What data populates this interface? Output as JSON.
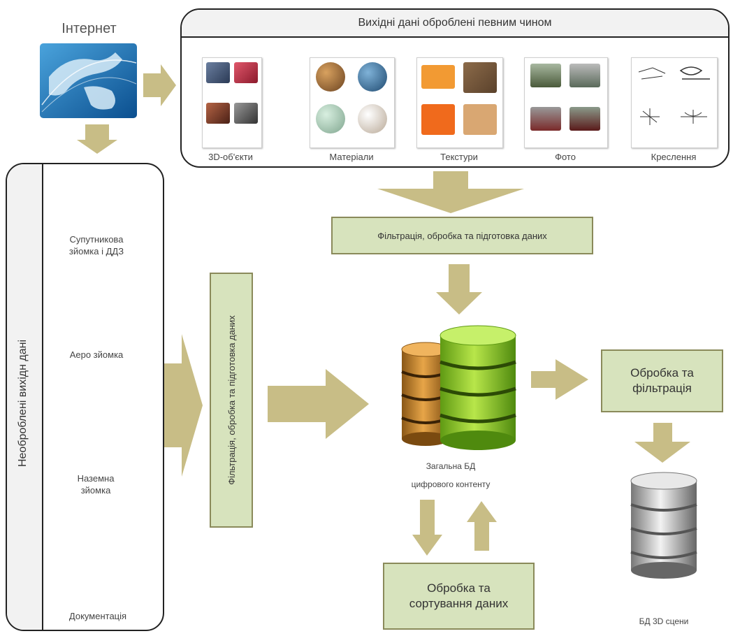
{
  "internet_label": "Інтернет",
  "top_panel": {
    "title": "Вихідні дані оброблені певним чином",
    "categories": [
      "3D-об'єкти",
      "Матеріали",
      "Текстури",
      "Фото",
      "Креслення"
    ]
  },
  "left_panel": {
    "title": "Необроблені вихідн дані",
    "items": {
      "satellite": "Супутникова зйомка і ДДЗ",
      "aerial": "Аеро зйомка",
      "ground": "Наземна зйомка",
      "docs": "Документація"
    }
  },
  "boxes": {
    "filter_top": "Фільтрація, обробка та підготовка даних",
    "filter_vertical": "Фільтрація, обробка та підготовка даних",
    "process_filter": "Обробка та фільтрація",
    "process_sort": "Обробка та сортування даних"
  },
  "db_main_label": "Загальна БД цифрового контенту",
  "db_scene_label": "БД 3D сцени",
  "colors": {
    "arrow": "#c8bd86",
    "box_fill": "#d7e3bd",
    "box_border": "#8a8a5a",
    "db_green": "#8cc63f",
    "db_orange": "#d18f2c",
    "db_silver": "#b8b8b8"
  }
}
